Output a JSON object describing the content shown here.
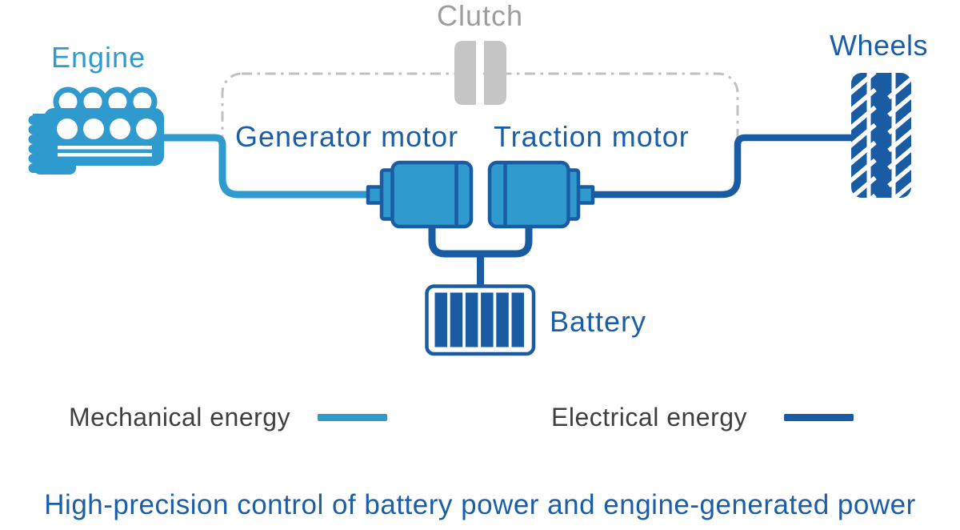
{
  "labels": {
    "engine": "Engine",
    "clutch": "Clutch",
    "wheels": "Wheels",
    "generator_motor": "Generator motor",
    "traction_motor": "Traction motor",
    "battery": "Battery"
  },
  "legend": {
    "items": [
      {
        "label": "Mechanical energy",
        "color": "#2e9acd"
      },
      {
        "label": "Electrical energy",
        "color": "#1a5ca4"
      }
    ]
  },
  "caption": {
    "text": "High-precision control of battery power and engine-generated power"
  },
  "colors": {
    "mechanical_blue": "#2e9acd",
    "electrical_blue": "#1a5ca4",
    "component_fill": "#2e9acd",
    "component_outline": "#1a5ca4",
    "label_blue": "#1b5ea8",
    "clutch_gray": "#c5c5c5",
    "dashed_box_gray": "#c1c1c1",
    "clutch_label_gray": "#9d9d9d",
    "legend_text_gray": "#3f3f3f"
  }
}
